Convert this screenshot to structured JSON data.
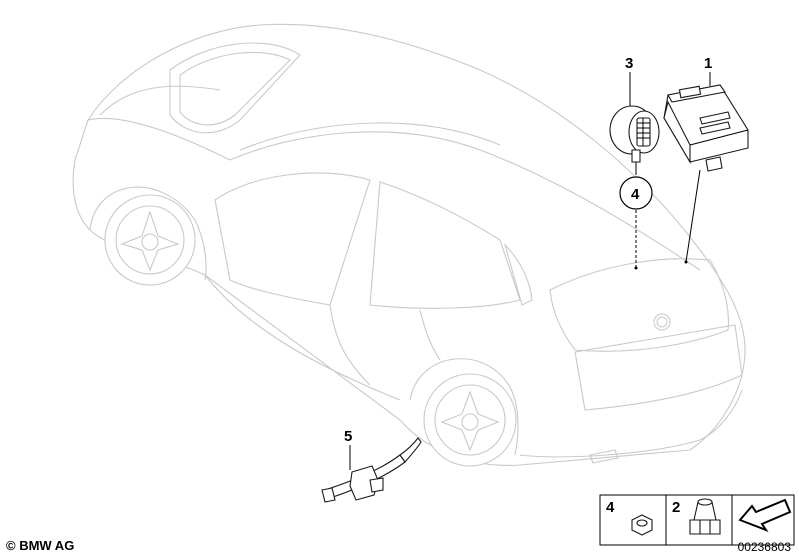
{
  "callouts": {
    "c1": "1",
    "c2": "2",
    "c3": "3",
    "c4": "4",
    "c5": "5"
  },
  "legend": {
    "item_a": "4",
    "item_b": "2"
  },
  "footer": {
    "copyright": "© BMW AG",
    "doc_number": "00236803"
  }
}
